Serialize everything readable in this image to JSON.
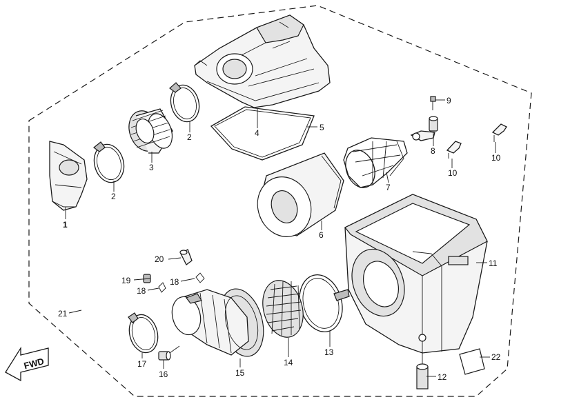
{
  "labels": {
    "p1": "1",
    "p2a": "2",
    "p2b": "2",
    "p3": "3",
    "p4": "4",
    "p5": "5",
    "p6": "6",
    "p7": "7",
    "p8": "8",
    "p9": "9",
    "p10a": "10",
    "p10b": "10",
    "p11": "11",
    "p12": "12",
    "p13": "13",
    "p14": "14",
    "p15": "15",
    "p16": "16",
    "p17": "17",
    "p18a": "18",
    "p18b": "18",
    "p19": "19",
    "p20": "20",
    "p21": "21",
    "p22": "22"
  },
  "direction_arrow": "FWD"
}
